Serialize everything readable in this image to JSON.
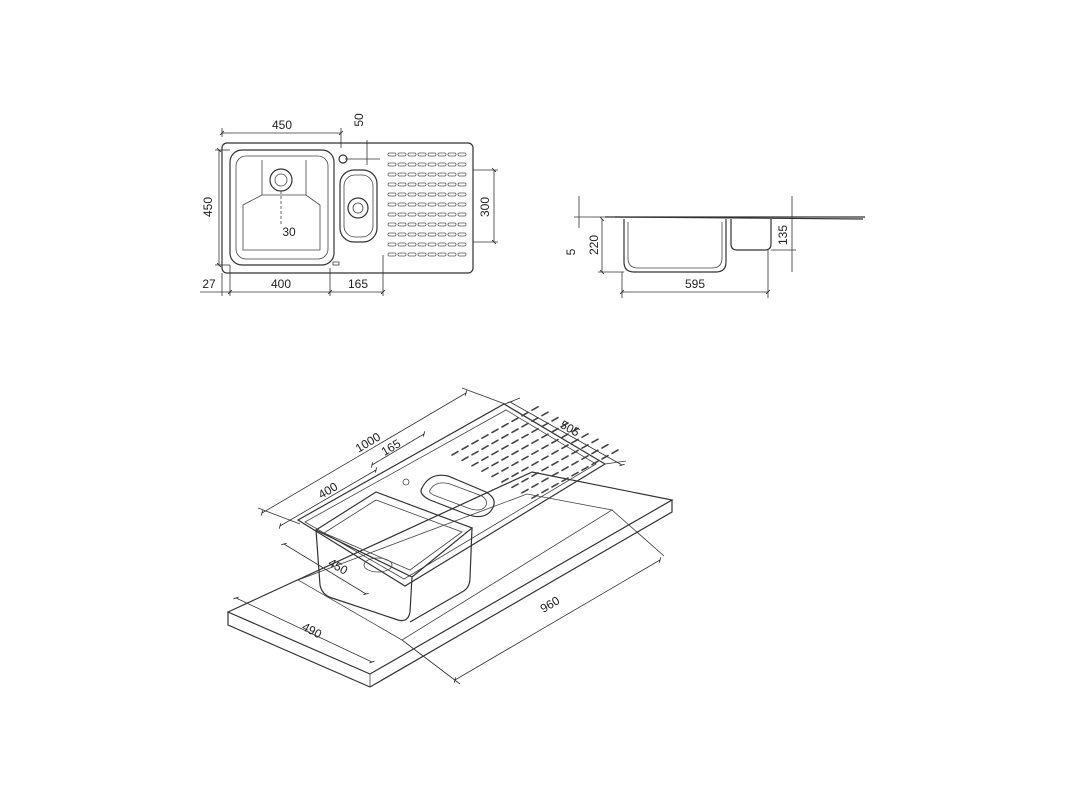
{
  "top_view": {
    "dim_width_450": "450",
    "dim_offset_50": "50",
    "dim_height_450": "450",
    "dim_drainer_300": "300",
    "dim_drain_30": "30",
    "dim_edge_27": "27",
    "dim_bowl_400": "400",
    "dim_small_165": "165"
  },
  "side_view": {
    "dim_5": "5",
    "dim_220": "220",
    "dim_135": "135",
    "dim_595": "595"
  },
  "iso_view": {
    "dim_1000": "1000",
    "dim_165": "165",
    "dim_505": "505",
    "dim_400": "400",
    "dim_450": "450",
    "dim_960": "960",
    "dim_490": "490"
  }
}
